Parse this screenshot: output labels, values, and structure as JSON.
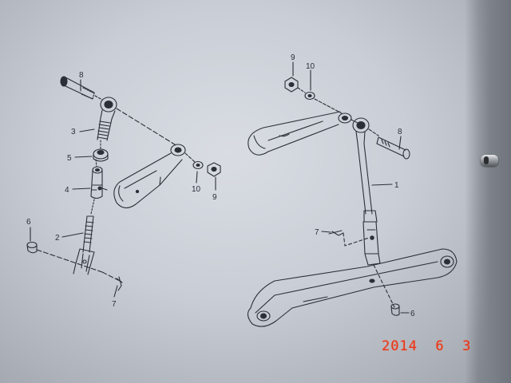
{
  "labels": {
    "l8a": "8",
    "l3": "3",
    "l5": "5",
    "l4": "4",
    "l6a": "6",
    "l2": "2",
    "l7a": "7",
    "l10a": "10",
    "l9a": "9",
    "l9b": "9",
    "l10b": "10",
    "l8b": "8",
    "l1": "1",
    "l7b": "7",
    "l6b": "6"
  },
  "date_stamp": "2014  6  3",
  "colors": {
    "ink": "#2b2f36",
    "stamp": "#e8361c"
  }
}
